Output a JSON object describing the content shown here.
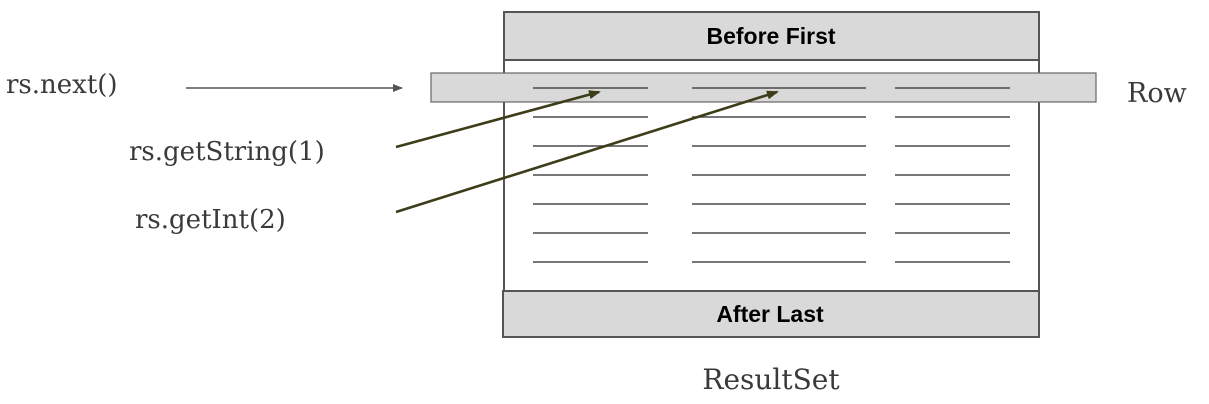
{
  "labels": {
    "next_call": "rs.next()",
    "get_string_call": "rs.getString(1)",
    "get_int_call": "rs.getInt(2)",
    "row": "Row",
    "before_first": "Before First",
    "after_last": "After Last",
    "result_set": "ResultSet"
  },
  "colors": {
    "header_fill": "#d9d9d9",
    "row_fill": "#d9d9d9",
    "border": "#555555",
    "arrow_dark": "#3d3d1a",
    "arrow_gray": "#555555"
  }
}
